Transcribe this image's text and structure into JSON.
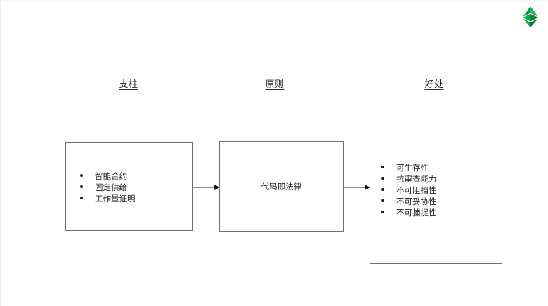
{
  "diagram": {
    "logo": {
      "name": "ethereum-classic-logo",
      "colors": {
        "top": "#21b24b",
        "upper_mid": "#0e8a3c",
        "lower_mid": "#16a048",
        "bottom": "#0b7a33",
        "accent": "#2fc85a"
      }
    },
    "columns": [
      {
        "id": "pillars",
        "header": "支柱"
      },
      {
        "id": "principles",
        "header": "原则"
      },
      {
        "id": "benefits",
        "header": "好处"
      }
    ],
    "boxes": {
      "pillars": {
        "items": [
          "智能合约",
          "固定供给",
          "工作量证明"
        ]
      },
      "principles": {
        "label": "代码即法律"
      },
      "benefits": {
        "items": [
          "可生存性",
          "抗审查能力",
          "不可阻挡性",
          "不可妥协性",
          "不可捕捉性"
        ]
      }
    },
    "arrows": [
      {
        "id": "pillars-to-principles",
        "direction": "right"
      },
      {
        "id": "principles-to-benefits",
        "direction": "right"
      }
    ],
    "style": {
      "background": "#ffffff",
      "box_border": "#6f6f6f",
      "text": "#222222",
      "arrow": "#111111"
    }
  }
}
